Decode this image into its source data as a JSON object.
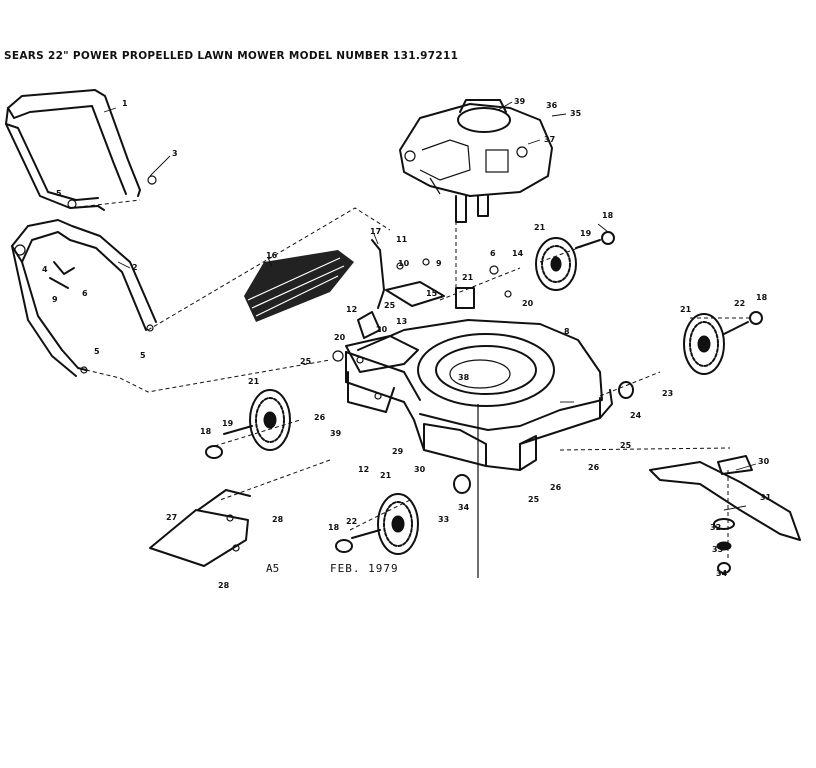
{
  "title": "SEARS 22\" POWER PROPELLED LAWN MOWER MODEL NUMBER 131.97211",
  "footer": {
    "stamp_id": "A5",
    "stamp_date": "FEB. 1979"
  },
  "callouts": {
    "c1": "1",
    "c3": "3",
    "c2": "2",
    "c5a": "5",
    "c5b": "5",
    "c5c": "5",
    "c4": "4",
    "c9": "9",
    "c6": "6",
    "c16": "16",
    "c17": "17",
    "c39": "39",
    "c36": "36",
    "c35": "35",
    "c37": "37",
    "c21a": "21",
    "c18a": "18",
    "c19a": "19",
    "c21b": "21",
    "c22a": "22",
    "c18b": "18",
    "c23": "23",
    "c24": "24",
    "c8": "8",
    "c14": "14",
    "c20a": "20",
    "c20b": "20",
    "c20c": "20",
    "c25a": "25",
    "c25b": "25",
    "c25c": "25",
    "c25d": "25",
    "c12a": "12",
    "c12b": "12",
    "c26a": "26",
    "c26b": "26",
    "c26c": "26",
    "c38": "38",
    "c39b": "39",
    "c29": "29",
    "c30": "30",
    "c31": "31",
    "c32": "32",
    "c33a": "33",
    "c33b": "33",
    "c34a": "34",
    "c34b": "34",
    "c21c": "21",
    "c21d": "21",
    "c18c": "18",
    "c19b": "19",
    "c18d": "18",
    "c22b": "22",
    "c27": "27",
    "c28a": "28",
    "c28b": "28",
    "c15": "15",
    "c11": "11",
    "c10": "10",
    "c13": "13"
  }
}
